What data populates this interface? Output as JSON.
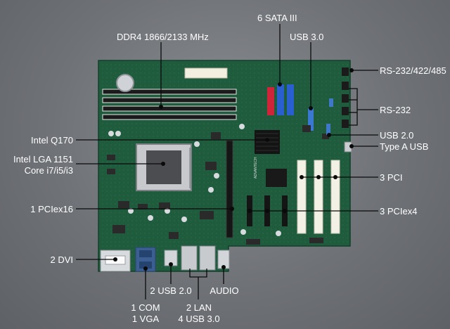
{
  "labels": {
    "ddr4": "DDR4 1866/2133 MHz",
    "sata": "6 SATA III",
    "usb30_top": "USB 3.0",
    "rs232_422_485": "RS-232/422/485",
    "rs232": "RS-232",
    "usb20_right": "USB 2.0",
    "type_a_usb": "Type A USB",
    "intel_q170": "Intel Q170",
    "lga_line1": "Intel LGA 1151",
    "lga_line2": "Core i7/i5/i3",
    "pci": "3 PCI",
    "pciex16": "1 PCIex16",
    "pciex4": "3 PCIex4",
    "dvi": "2 DVI",
    "usb20_bottom": "2 USB 2.0",
    "audio": "AUDIO",
    "com": "1 COM",
    "vga": "1 VGA",
    "lan": "2 LAN",
    "usb30_bottom": "4 USB 3.0"
  },
  "board": {
    "brand_text": "ADVANTECH",
    "pcb_color": "#1f5b3d",
    "label_color": "#ffffff",
    "line_color": "#0a0a0a",
    "accent_sata_red": "#d0243a",
    "accent_sata_blue": "#2a5fd1"
  }
}
